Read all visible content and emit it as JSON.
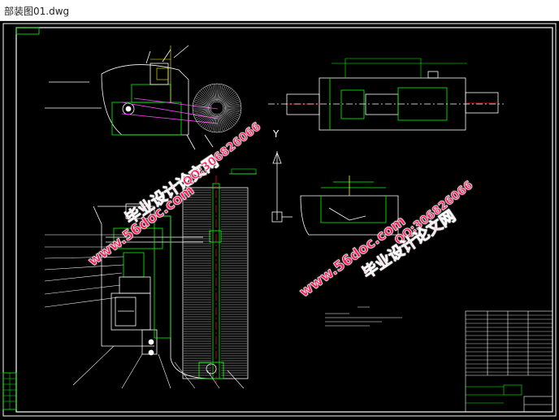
{
  "window": {
    "title": "部装图01.dwg"
  },
  "watermarks": {
    "site_url": "www.56doc.com",
    "qq": "QQ:306826066",
    "slogan": "毕业设计论文网"
  },
  "drawing": {
    "axis_label_y": "Y",
    "background": "#000000",
    "line_white": "#ffffff",
    "line_green": "#00ff00",
    "line_cyan": "#00ffff",
    "line_magenta": "#ff44ff",
    "line_yellow": "#ffff00"
  }
}
